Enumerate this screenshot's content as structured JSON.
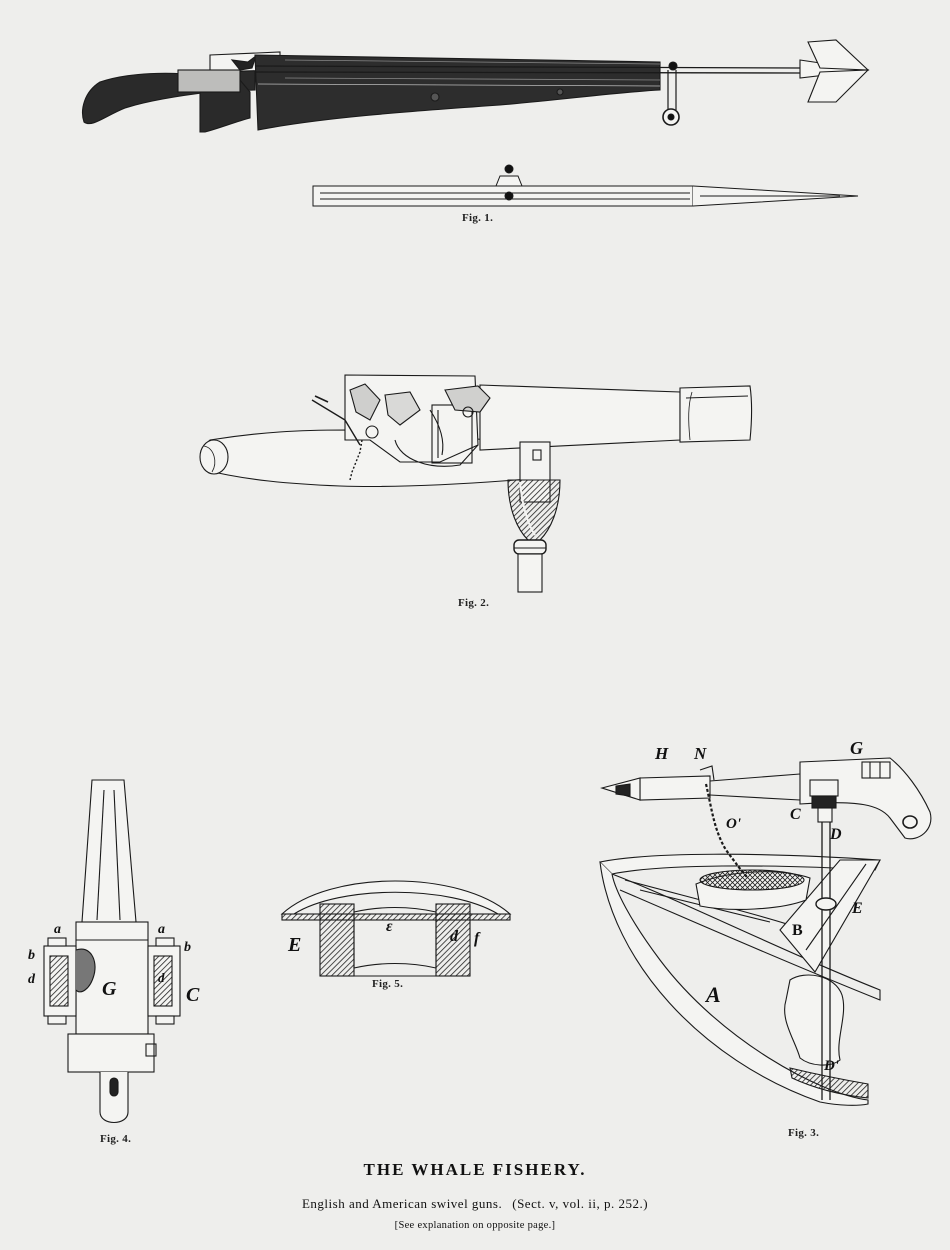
{
  "plate": {
    "title": "THE WHALE FISHERY.",
    "subtitle": "English and American swivel guns.",
    "reference": "(Sect. v, vol. ii, p. 252.)",
    "note": "[See explanation on opposite page.]"
  },
  "figures": {
    "fig1": "Fig. 1.",
    "fig2": "Fig. 2.",
    "fig3": "Fig. 3.",
    "fig4": "Fig. 4.",
    "fig5": "Fig. 5."
  },
  "fig3_letters": {
    "H": "H",
    "N": "N",
    "G": "G",
    "C": "C",
    "D": "D",
    "O1": "O'",
    "E": "E",
    "B": "B",
    "A": "A",
    "D1": "D'"
  },
  "fig4_letters": {
    "a_left": "a",
    "a_right": "a",
    "b_left": "b",
    "b_right": "b",
    "d_left": "d",
    "d_right": "d",
    "G": "G",
    "C": "C"
  },
  "fig5_letters": {
    "E": "E",
    "center": "ε",
    "d": "d",
    "f": "f"
  }
}
